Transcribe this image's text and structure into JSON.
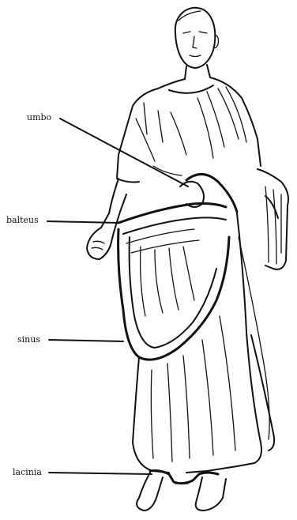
{
  "labels": {
    "umbo": "umbo",
    "balteus": "balteus",
    "sinus": "sinus",
    "lacinia": "lacinia"
  },
  "colors": {
    "ink": "#111111",
    "background": "#ffffff"
  }
}
